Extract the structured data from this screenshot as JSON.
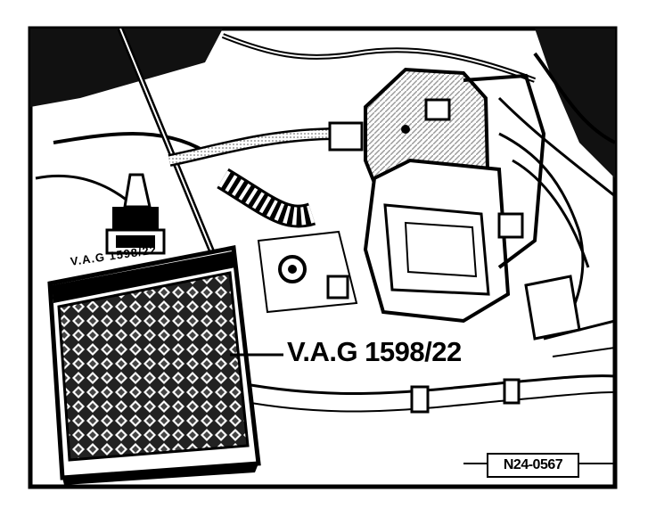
{
  "diagram": {
    "callout_label": "V.A.G 1598/22",
    "tool_lettering": "V.A.G 1598/22",
    "figure_id": "N24-0567"
  },
  "colors": {
    "ink": "#000000",
    "paper": "#ffffff",
    "shade": "#9a9a9a",
    "light_shade": "#c8c8c8"
  }
}
